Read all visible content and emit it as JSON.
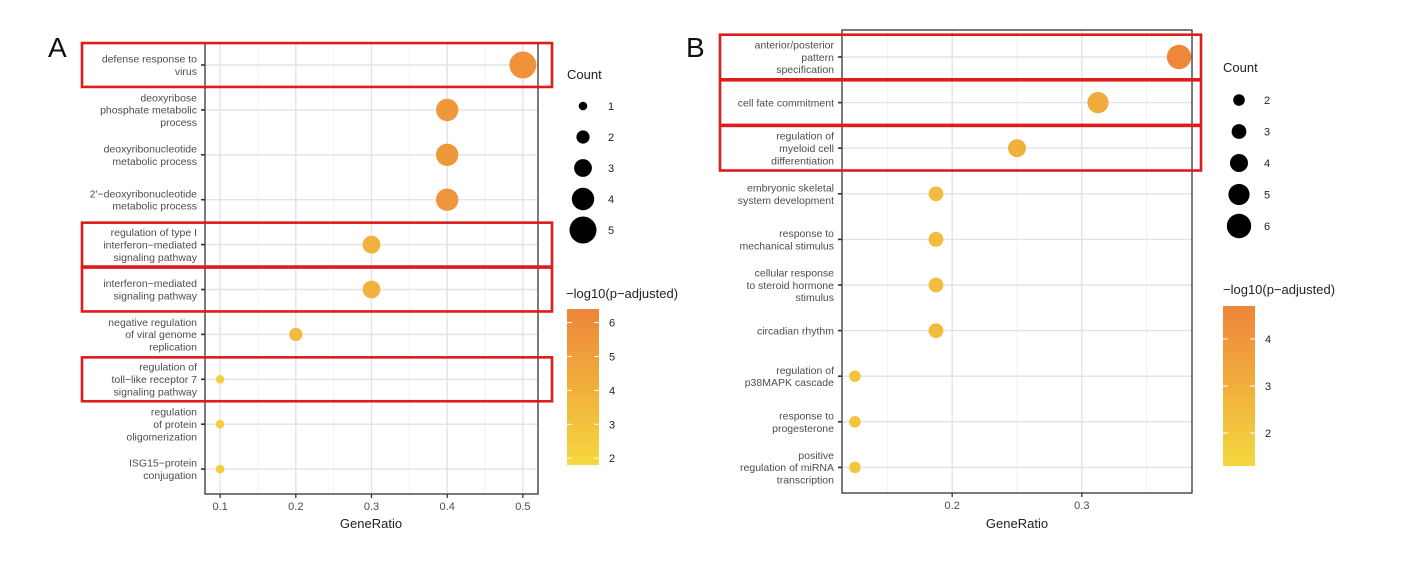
{
  "panels": [
    {
      "label": "A",
      "highlight_color": "#dd1c1c",
      "chart_data": {
        "type": "scatter",
        "xlabel": "GeneRatio",
        "ylabel": "",
        "xlim": [
          0.08,
          0.52
        ],
        "xticks": [
          0.1,
          0.2,
          0.3,
          0.4,
          0.5
        ],
        "xtick_labels": [
          "0.1",
          "0.2",
          "0.3",
          "0.4",
          "0.5"
        ],
        "grid": true,
        "terms": [
          {
            "label": [
              "defense response to",
              "virus"
            ],
            "x": 0.5,
            "count": 5,
            "p": 5.7,
            "highlighted": true
          },
          {
            "label": [
              "deoxyribose",
              "phosphate metabolic",
              "process"
            ],
            "x": 0.4,
            "count": 4,
            "p": 5.4,
            "highlighted": false
          },
          {
            "label": [
              "deoxyribonucleotide",
              "metabolic process"
            ],
            "x": 0.4,
            "count": 4,
            "p": 5.4,
            "highlighted": false
          },
          {
            "label": [
              "2'−deoxyribonucleotide",
              "metabolic process"
            ],
            "x": 0.4,
            "count": 4,
            "p": 5.5,
            "highlighted": false
          },
          {
            "label": [
              "regulation of type I",
              "interferon−mediated",
              "signaling pathway"
            ],
            "x": 0.3,
            "count": 3,
            "p": 3.9,
            "highlighted": true
          },
          {
            "label": [
              "interferon−mediated",
              "signaling pathway"
            ],
            "x": 0.3,
            "count": 3,
            "p": 3.9,
            "highlighted": true
          },
          {
            "label": [
              "negative regulation",
              "of viral genome",
              "replication"
            ],
            "x": 0.2,
            "count": 2,
            "p": 3.4,
            "highlighted": false
          },
          {
            "label": [
              "regulation of",
              "toll−like receptor 7",
              "signaling pathway"
            ],
            "x": 0.1,
            "count": 1,
            "p": 2.3,
            "highlighted": true
          },
          {
            "label": [
              "regulation",
              "of protein",
              "oligomerization"
            ],
            "x": 0.1,
            "count": 1,
            "p": 2.3,
            "highlighted": false
          },
          {
            "label": [
              "ISG15−protein",
              "conjugation"
            ],
            "x": 0.1,
            "count": 1,
            "p": 2.3,
            "highlighted": false
          }
        ],
        "size_legend": {
          "title": "Count",
          "values": [
            1,
            2,
            3,
            4,
            5
          ]
        },
        "color_legend": {
          "title": "−log10(p−adjusted)",
          "range": [
            1.8,
            6.4
          ],
          "ticks": [
            2,
            3,
            4,
            5,
            6
          ],
          "low_color": "#f4d83f",
          "high_color": "#ee853a"
        }
      }
    },
    {
      "label": "B",
      "highlight_color": "#dd1c1c",
      "chart_data": {
        "type": "scatter",
        "xlabel": "GeneRatio",
        "ylabel": "",
        "xlim": [
          0.115,
          0.385
        ],
        "xticks": [
          0.2,
          0.3
        ],
        "xtick_labels": [
          "0.2",
          "0.3"
        ],
        "grid": true,
        "terms": [
          {
            "label": [
              "anterior/posterior",
              "pattern",
              "specification"
            ],
            "x": 0.375,
            "count": 6,
            "p": 4.6,
            "highlighted": true
          },
          {
            "label": [
              "cell fate commitment"
            ],
            "x": 0.3125,
            "count": 5,
            "p": 3.2,
            "highlighted": true
          },
          {
            "label": [
              "regulation of",
              "myeloid cell",
              "differentiation"
            ],
            "x": 0.25,
            "count": 4,
            "p": 3.0,
            "highlighted": true
          },
          {
            "label": [
              "embryonic skeletal",
              "system development"
            ],
            "x": 0.1875,
            "count": 3,
            "p": 2.5,
            "highlighted": false
          },
          {
            "label": [
              "response to",
              "mechanical stimulus"
            ],
            "x": 0.1875,
            "count": 3,
            "p": 2.4,
            "highlighted": false
          },
          {
            "label": [
              "cellular response",
              "to steroid hormone",
              "stimulus"
            ],
            "x": 0.1875,
            "count": 3,
            "p": 2.4,
            "highlighted": false
          },
          {
            "label": [
              "circadian rhythm"
            ],
            "x": 0.1875,
            "count": 3,
            "p": 2.4,
            "highlighted": false
          },
          {
            "label": [
              "regulation of",
              "p38MAPK cascade"
            ],
            "x": 0.125,
            "count": 2,
            "p": 2.1,
            "highlighted": false
          },
          {
            "label": [
              "response to",
              "progesterone"
            ],
            "x": 0.125,
            "count": 2,
            "p": 2.1,
            "highlighted": false
          },
          {
            "label": [
              "positive",
              "regulation of miRNA",
              "transcription"
            ],
            "x": 0.125,
            "count": 2,
            "p": 2.1,
            "highlighted": false
          }
        ],
        "size_legend": {
          "title": "Count",
          "values": [
            2,
            3,
            4,
            5,
            6
          ]
        },
        "color_legend": {
          "title": "−log10(p−adjusted)",
          "range": [
            1.3,
            4.7
          ],
          "ticks": [
            2,
            3,
            4
          ],
          "low_color": "#f4d83f",
          "high_color": "#ee853a"
        }
      }
    }
  ]
}
